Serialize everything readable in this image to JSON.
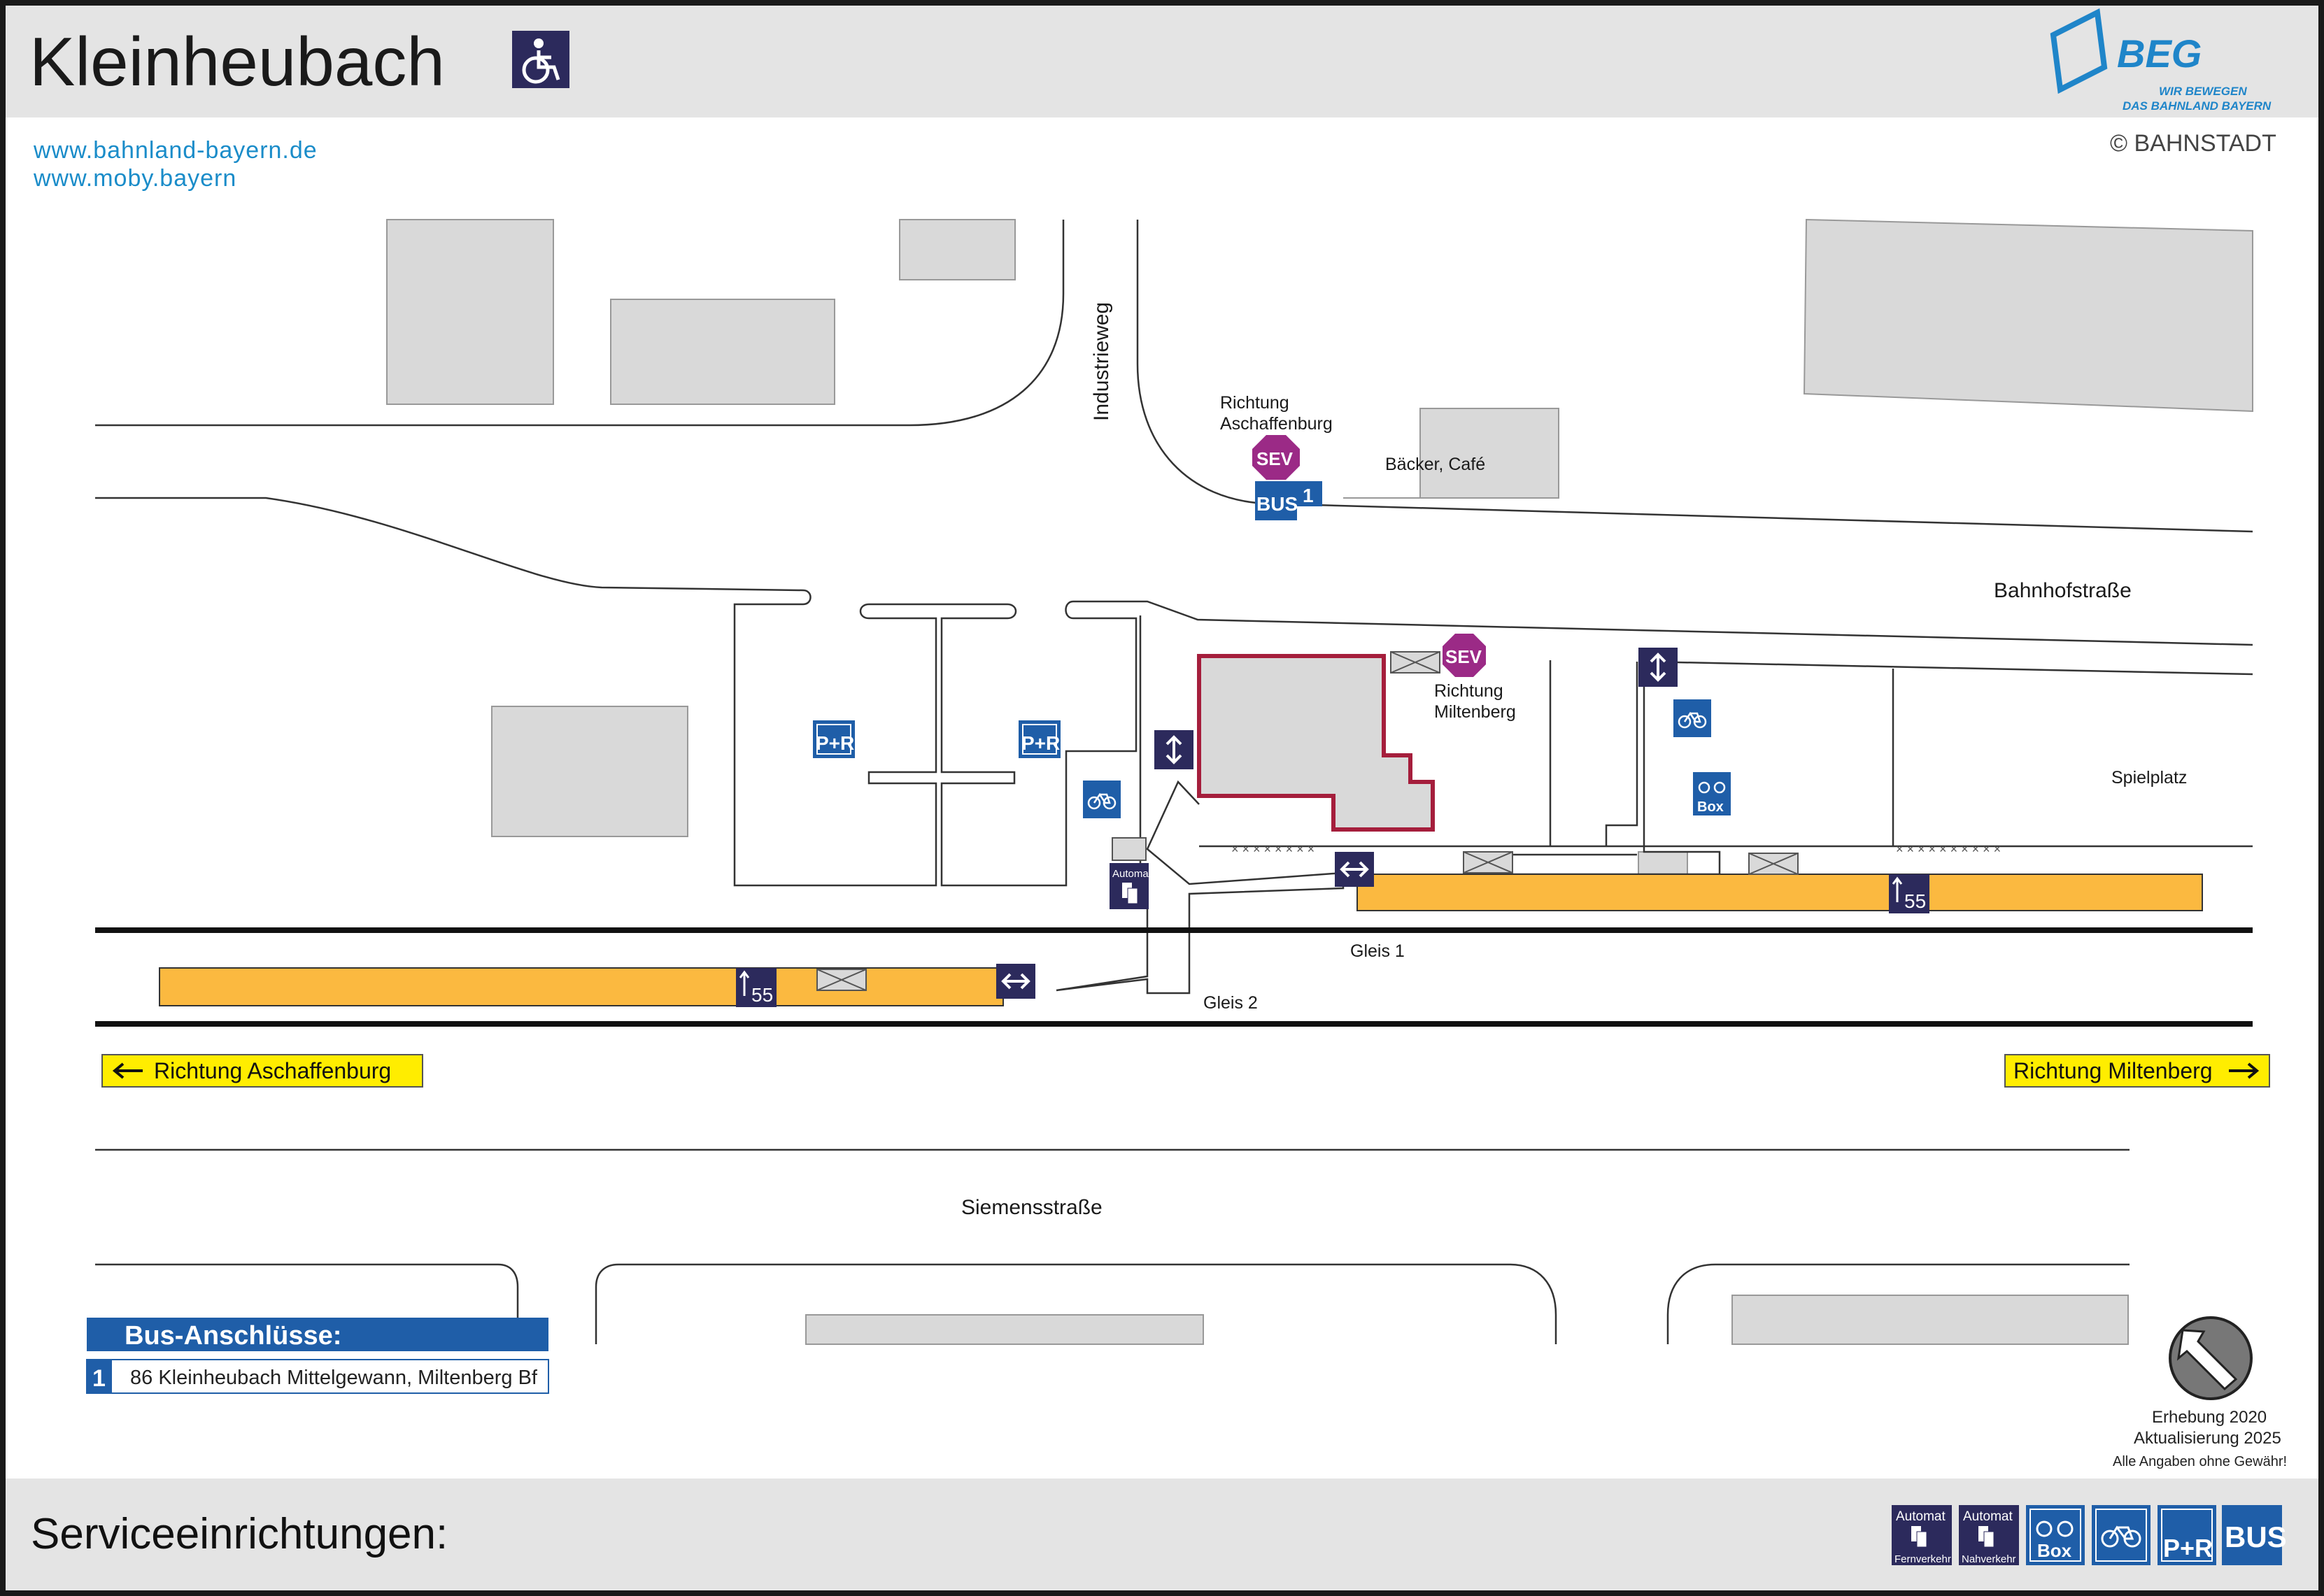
{
  "header": {
    "station_name": "Kleinheubach",
    "accessibility_icon": "wheelchair-icon",
    "logo": {
      "name": "BEG",
      "tagline_1": "WIR BEWEGEN",
      "tagline_2": "DAS BAHNLAND BAYERN"
    },
    "copyright": "© BAHNSTADT",
    "links": [
      "www.bahnland-bayern.de",
      "www.moby.bayern"
    ]
  },
  "map": {
    "streets": {
      "industrieweg": "Industrieweg",
      "bahnhofstrasse": "Bahnhofstraße",
      "siemensstrasse": "Siemensstraße"
    },
    "places": {
      "baecker": "Bäcker, Café",
      "spielplatz": "Spielplatz"
    },
    "tracks": {
      "gleis_1": "Gleis 1",
      "gleis_2": "Gleis 2"
    },
    "platform_height_gleis_1": "55",
    "platform_height_gleis_2": "55",
    "sev_stops": [
      {
        "direction_line_1": "Richtung",
        "direction_line_2": "Aschaffenburg"
      },
      {
        "direction_line_1": "Richtung",
        "direction_line_2": "Miltenberg"
      }
    ],
    "bus_stop": {
      "label": "BUS",
      "number": "1"
    },
    "sev_label": "SEV",
    "pr_label": "P+R",
    "bike_box_label": "Box",
    "ticket_machine_label": "Automat",
    "direction_left": "Richtung Aschaffenburg",
    "direction_right": "Richtung Miltenberg",
    "colors": {
      "platform": "#fbb940",
      "station_building_outline": "#a51e3c",
      "building": "#d9d9d9",
      "service_icon": "#1f5ea8",
      "access_icon": "#2c2a5c",
      "sev": "#9b2a86",
      "direction_sign": "#ffed00"
    }
  },
  "bus_connections": {
    "title": "Bus-Anschlüsse:",
    "rows": [
      {
        "number": "1",
        "text": "86 Kleinheubach Mittelgewann, Miltenberg Bf"
      }
    ]
  },
  "survey": {
    "line_1": "Erhebung 2020",
    "line_2": "Aktualisierung 2025",
    "line_3": "Alle Angaben ohne Gewähr!"
  },
  "footer": {
    "title": "Serviceeinrichtungen:",
    "services": [
      {
        "icon": "ticket-machine-long-distance-icon",
        "line_1": "Automat",
        "line_2": "Fernverkehr"
      },
      {
        "icon": "ticket-machine-regional-icon",
        "line_1": "Automat",
        "line_2": "Nahverkehr"
      },
      {
        "icon": "bike-box-icon",
        "line_1": "Box"
      },
      {
        "icon": "bicycle-parking-icon"
      },
      {
        "icon": "park-and-ride-icon",
        "line_1": "P+R"
      },
      {
        "icon": "bus-icon",
        "line_1": "BUS"
      }
    ]
  }
}
